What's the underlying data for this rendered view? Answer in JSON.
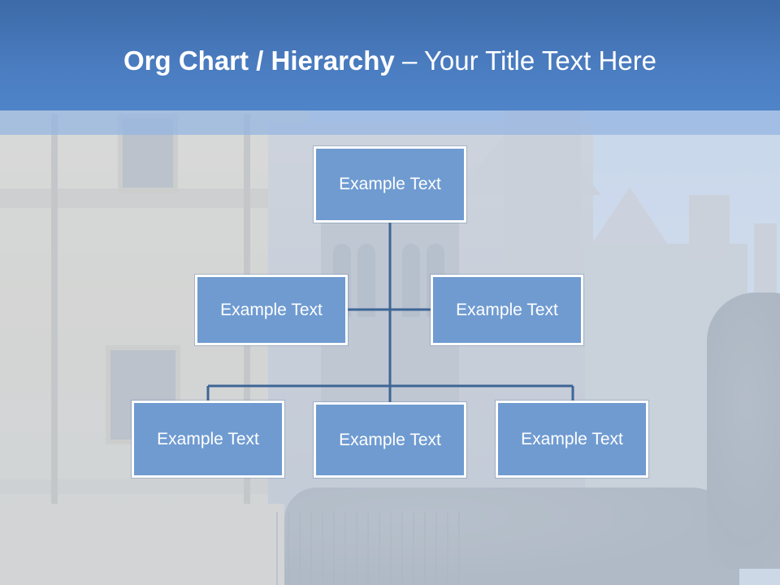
{
  "slide": {
    "title_bold": "Org Chart / Hierarchy",
    "title_rest": " – Your Title Text Here"
  },
  "org_chart": {
    "top": {
      "label": "Example Text"
    },
    "assistants": [
      {
        "label": "Example Text"
      },
      {
        "label": "Example Text"
      }
    ],
    "subordinates": [
      {
        "label": "Example Text"
      },
      {
        "label": "Example Text"
      },
      {
        "label": "Example Text"
      }
    ]
  },
  "colors": {
    "header": "#4a7cc0",
    "node_fill": "#6f9bd1",
    "node_border": "#ffffff",
    "connector": "#3e6596"
  },
  "background": {
    "description_icon": "building-photo"
  }
}
